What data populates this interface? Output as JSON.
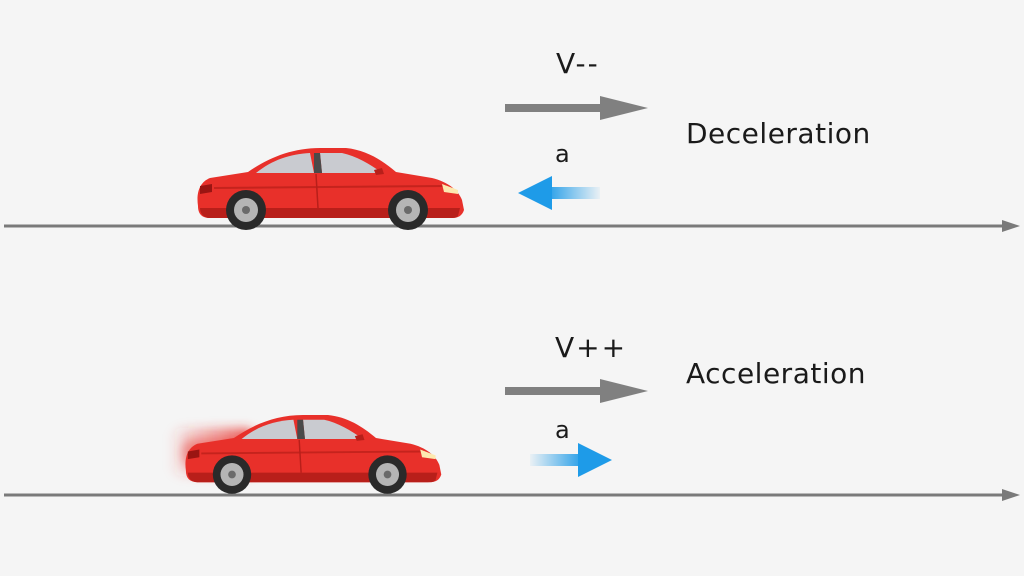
{
  "colors": {
    "background": "#f5f5f5",
    "road": "#7a7a7a",
    "velocity_arrow": "#808080",
    "acceleration_arrow": "#1e9be8",
    "car_body": "#e8302a",
    "car_shadow": "#b81f1a",
    "window": "#c9cbd0",
    "tire": "#2a2a2a",
    "rim": "#b5b5b5"
  },
  "top_panel": {
    "velocity_label": "V--",
    "acceleration_label": "a",
    "motion_label": "Deceleration",
    "acceleration_direction": "left",
    "car_motion_blur": false
  },
  "bottom_panel": {
    "velocity_label": "V++",
    "acceleration_label": "a",
    "motion_label": "Acceleration",
    "acceleration_direction": "right",
    "car_motion_blur": true
  }
}
